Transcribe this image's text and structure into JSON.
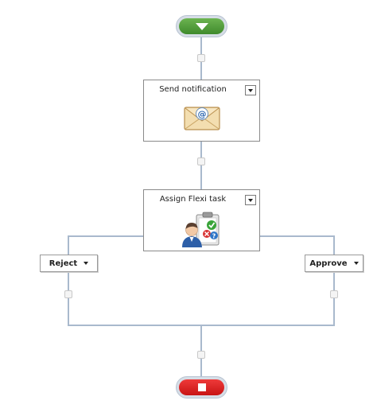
{
  "workflow": {
    "start_icon": "start-triangle-icon",
    "end_icon": "stop-square-icon",
    "nodes": [
      {
        "title": "Send notification",
        "icon": "email-envelope-icon"
      },
      {
        "title": "Assign Flexi task",
        "icon": "flexi-task-clipboard-icon"
      }
    ],
    "branches": {
      "reject_label": "Reject",
      "approve_label": "Approve"
    }
  },
  "colors": {
    "start_green": "#4e9a3a",
    "end_red": "#e02020",
    "connector_blue": "#a9b9cd"
  }
}
